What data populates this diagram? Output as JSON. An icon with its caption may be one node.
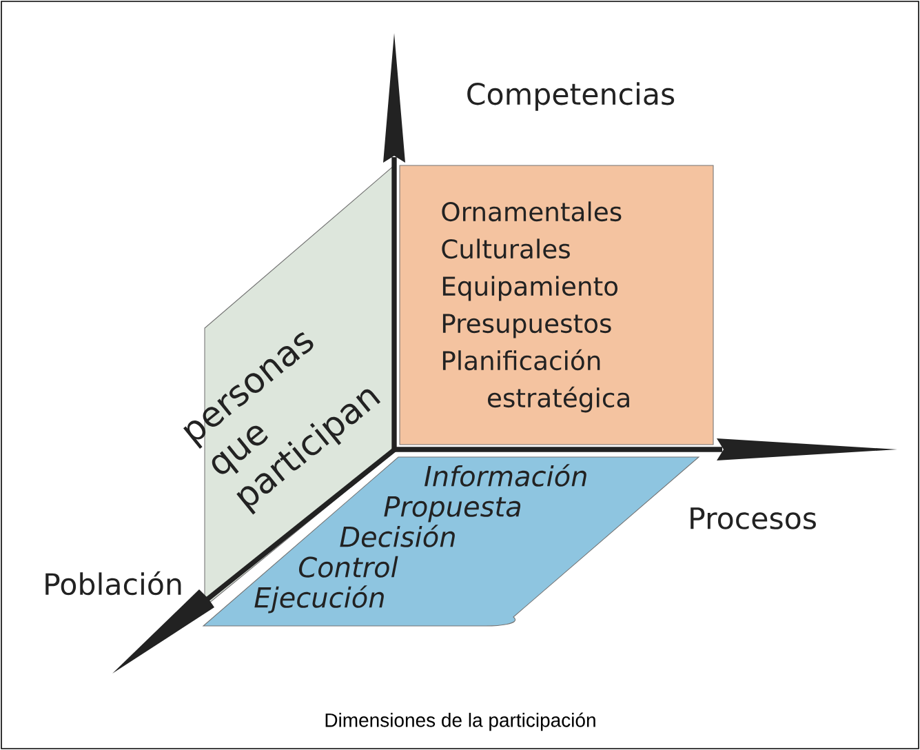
{
  "diagram": {
    "caption": "Dimensiones de la participación",
    "nodes": [
      {
        "text": [
          "personas que participan"
        ]
      },
      {
        "text": [
          "Ornamentales",
          "Culturales",
          "Equipamiento",
          "Presupuestos",
          "Planificación estratégica"
        ]
      },
      {
        "text": [
          "Información",
          "Propuesta",
          "Decisión",
          "Control",
          "Ejecución"
        ]
      }
    ],
    "labels": [
      "Competencias",
      "Procesos",
      "Población"
    ]
  }
}
